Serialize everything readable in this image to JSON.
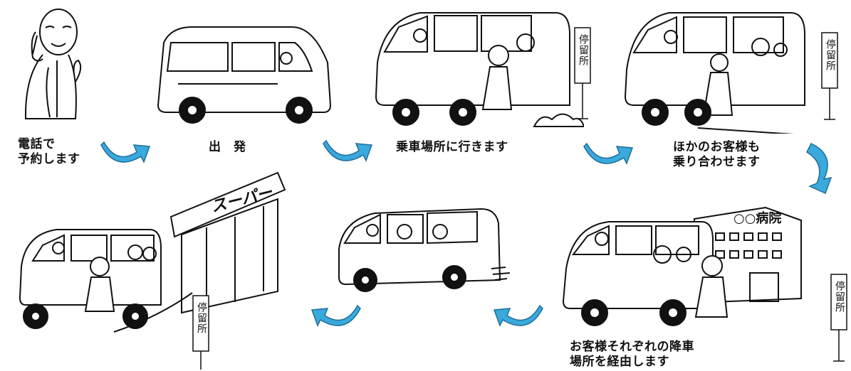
{
  "steps": [
    {
      "lines": [
        "電話で",
        "予約します"
      ]
    },
    {
      "lines": [
        "出　発"
      ]
    },
    {
      "lines": [
        "乗車場所に行きます"
      ]
    },
    {
      "lines": [
        "ほかのお客様も",
        "乗り合わせます"
      ]
    },
    {
      "lines": [
        "お客様それぞれの降車",
        "場所を経由します"
      ]
    }
  ],
  "stop_sign": "停留所",
  "supermarket_sign": "スーパー",
  "hospital_sign": "○○病院",
  "colors": {
    "arrow": "#3aa9dc",
    "arrow_outline": "#1f6e9a",
    "ink": "#111111"
  }
}
